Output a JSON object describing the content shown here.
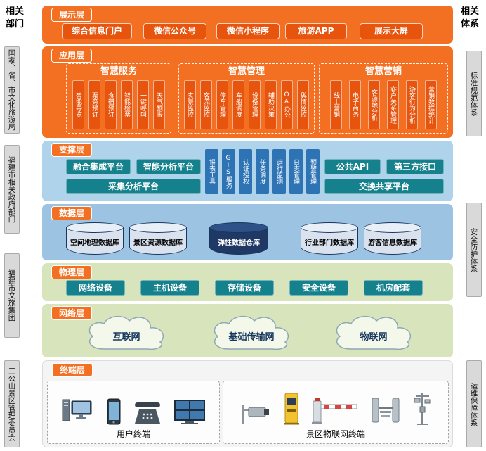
{
  "headers": {
    "left": {
      "line1": "相关",
      "line2": "部门"
    },
    "right": {
      "line1": "相关",
      "line2": "体系"
    }
  },
  "left_sidebar": {
    "items": [
      {
        "label": "国家、省、市文化旅游局"
      },
      {
        "label": "福建市相关政府部门"
      },
      {
        "label": "福建市文旅集团"
      },
      {
        "label": "三公山景区管理委员会"
      }
    ]
  },
  "right_sidebar": {
    "items": [
      {
        "label": "标准规范体系"
      },
      {
        "label": "安全防护体系"
      },
      {
        "label": "运维保障体系"
      }
    ]
  },
  "layers": {
    "display": {
      "tag": "展示层",
      "items": [
        {
          "label": "综合信息门户"
        },
        {
          "label": "微信公众号"
        },
        {
          "label": "微信小程序"
        },
        {
          "label": "旅游APP"
        },
        {
          "label": "展示大屏"
        }
      ]
    },
    "application": {
      "tag": "应用层",
      "groups": [
        {
          "title": "智慧服务",
          "items": [
            {
              "label": "智能导览"
            },
            {
              "label": "票务预订"
            },
            {
              "label": "食宿预订"
            },
            {
              "label": "智能检票"
            },
            {
              "label": "一键呼叫"
            },
            {
              "label": "天气预报"
            }
          ]
        },
        {
          "title": "智慧管理",
          "items": [
            {
              "label": "实景监控"
            },
            {
              "label": "客流监控"
            },
            {
              "label": "停车管理"
            },
            {
              "label": "车船调度"
            },
            {
              "label": "设备管理"
            },
            {
              "label": "辅助决策"
            },
            {
              "label": "OA办公"
            },
            {
              "label": "舆情监控"
            }
          ]
        },
        {
          "title": "智慧营销",
          "items": [
            {
              "label": "线上营销"
            },
            {
              "label": "电子商务"
            },
            {
              "label": "客源地分析"
            },
            {
              "label": "客户关系管理"
            },
            {
              "label": "游客行为分析"
            },
            {
              "label": "营销数据统计"
            }
          ]
        }
      ]
    },
    "support": {
      "tag": "支撑层",
      "platforms_left": [
        {
          "label": "融合集成平台"
        },
        {
          "label": "智能分析平台"
        },
        {
          "label": "采集分析平台"
        }
      ],
      "tools": [
        {
          "label": "报表工具"
        },
        {
          "label": "GIS服务"
        },
        {
          "label": "认证授权"
        },
        {
          "label": "任务调度"
        },
        {
          "label": "运行监测"
        },
        {
          "label": "日志管理"
        },
        {
          "label": "预警管理"
        }
      ],
      "platforms_right": [
        {
          "label": "公共API"
        },
        {
          "label": "第三方接口"
        },
        {
          "label": "交换共享平台"
        }
      ]
    },
    "data": {
      "tag": "数据层",
      "databases": [
        {
          "label": "空间地理数据库",
          "emphasis": false
        },
        {
          "label": "景区资源数据库",
          "emphasis": false
        },
        {
          "label": "弹性数据仓库",
          "emphasis": true
        },
        {
          "label": "行业部门数据库",
          "emphasis": false
        },
        {
          "label": "游客信息数据库",
          "emphasis": false
        }
      ]
    },
    "physical": {
      "tag": "物理层",
      "items": [
        {
          "label": "网络设备"
        },
        {
          "label": "主机设备"
        },
        {
          "label": "存储设备"
        },
        {
          "label": "安全设备"
        },
        {
          "label": "机房配套"
        }
      ]
    },
    "network": {
      "tag": "网络层",
      "clouds": [
        {
          "label": "互联网"
        },
        {
          "label": "基础传输网"
        },
        {
          "label": "物联网"
        }
      ]
    },
    "terminal": {
      "tag": "终端层",
      "groups": [
        {
          "label": "用户终端",
          "icons": [
            "desktop-computer",
            "smartphone",
            "telephone",
            "video-wall"
          ]
        },
        {
          "label": "景区物联网终端",
          "icons": [
            "cctv-camera",
            "ticket-kiosk",
            "barrier-gate",
            "turnstile",
            "weather-station"
          ]
        }
      ]
    }
  },
  "colors": {
    "orange": "#f36f21",
    "orange_dark": "#e7540e",
    "teal": "#15818d",
    "tool_blue": "#2e74b5",
    "support_bg": "#aed3ea",
    "data_bg": "#9cc3e2",
    "green_bg": "#d7e4bc",
    "navy": "#1f3864",
    "side_gray": "#d9d9d9"
  }
}
